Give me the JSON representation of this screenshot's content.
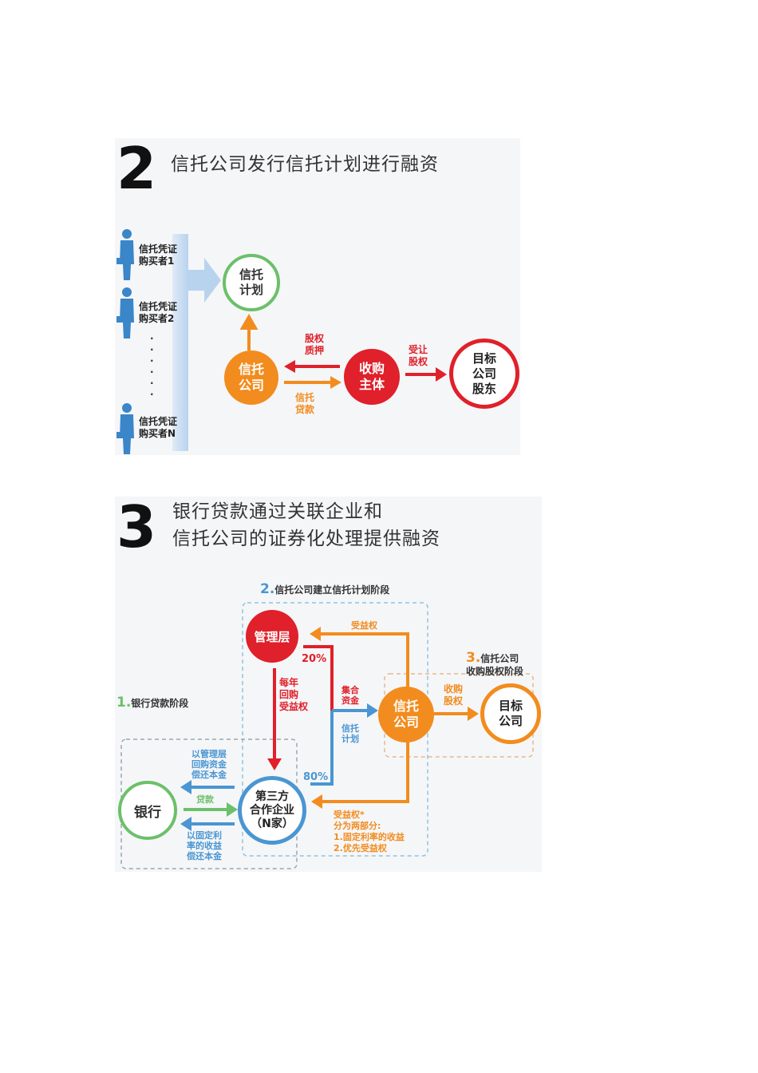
{
  "panel2": {
    "number": "2",
    "title": "信托公司发行信托计划进行融资",
    "buyers": [
      "信托凭证\n购买者1",
      "信托凭证\n购买者2",
      "信托凭证\n购买者N"
    ],
    "ellipsis": "·\n·\n·\n·\n·\n·",
    "nodes": {
      "trust_plan": "信托\n计划",
      "trust_company": "信托\n公司",
      "acquirer": "收购\n主体",
      "target": "目标\n公司\n股东"
    },
    "edges": {
      "equity_pledge": "股权\n质押",
      "trust_loan": "信托\n贷款",
      "transfer_equity": "受让\n股权"
    }
  },
  "panel3": {
    "number": "3",
    "title_line1": "银行贷款通过关联企业和",
    "title_line2": "信托公司的证券化处理提供融资",
    "stages": {
      "stage1_num": "1.",
      "stage1_text": "银行贷款阶段",
      "stage2_num": "2.",
      "stage2_text": "信托公司建立信托计划阶段",
      "stage3_num": "3.",
      "stage3_text": "信托公司\n收购股权阶段"
    },
    "nodes": {
      "management": "管理层",
      "trust_company": "信托\n公司",
      "target": "目标\n公司",
      "bank": "银行",
      "third_party_line1": "第三方",
      "third_party_line2": "合作企业",
      "third_party_line3": "（N家）"
    },
    "edges": {
      "beneficiary_right_top": "受益权",
      "pct20": "20%",
      "pct80": "80%",
      "annual_repurchase": "每年\n回购\n受益权",
      "pooled_funds": "集合\n资金",
      "trust_plan": "信托\n计划",
      "acquire_equity": "收购\n股权",
      "repay_mgmt": "以管理层\n回购资金\n偿还本金",
      "loan": "贷款",
      "repay_fixed": "以固定利\n率的收益\n偿还本金",
      "beneficiary_note": "受益权*\n分为两部分:\n1.固定利率的收益\n2.优先受益权"
    }
  },
  "colors": {
    "green": "#6cc06a",
    "orange": "#f28c1e",
    "red": "#e0202a",
    "blue": "#4a96d2",
    "dashed": "#8fc3e0",
    "panel_bg": "#f5f6f8"
  }
}
